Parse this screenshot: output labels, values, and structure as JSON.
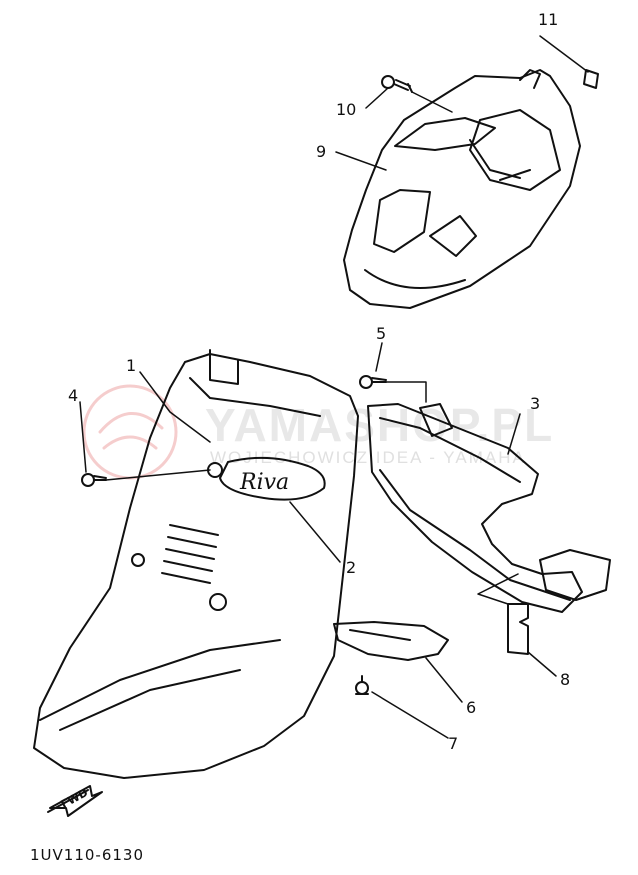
{
  "watermark": {
    "main": "YAMASHOP.PL",
    "sub": "WOJIECHOWICZ IDEA - YAMAHA"
  },
  "callouts": {
    "c1": "1",
    "c2": "2",
    "c3": "3",
    "c4": "4",
    "c5": "5",
    "c6": "6",
    "c7": "7",
    "c8": "8",
    "c9": "9",
    "c10": "10",
    "c11": "11"
  },
  "emblem_text": "Riva",
  "fwd_label": "FWD",
  "diagram_code": "1UV110-6130"
}
